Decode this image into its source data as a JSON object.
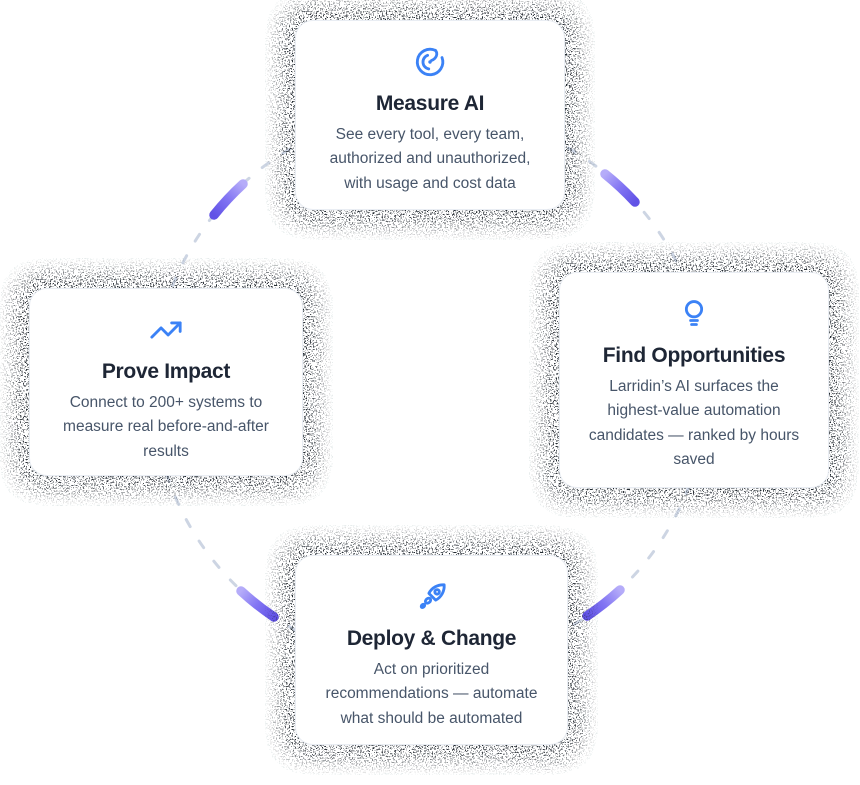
{
  "diagram_title": "AI measurement and automation cycle",
  "cards": [
    {
      "id": "measure-ai",
      "icon": "gauge-radar-icon",
      "title": "Measure AI",
      "description": "See every tool, every team, authorized and unauthorized, with usage and cost data"
    },
    {
      "id": "prove-impact",
      "icon": "trending-up-icon",
      "title": "Prove Impact",
      "description": "Connect to 200+ systems to measure real before-and-after results"
    },
    {
      "id": "find-opportunities",
      "icon": "lightbulb-icon",
      "title": "Find Opportunities",
      "description": "Larridin’s AI surfaces the highest-value automation candidates — ranked by hours saved"
    },
    {
      "id": "deploy-change",
      "icon": "rocket-icon",
      "title": "Deploy & Change",
      "description": "Act on prioritized recommendations — automate what should be automated"
    }
  ],
  "colors": {
    "icon_blue": "#3b82f6",
    "arrow_purple": "#7e70f1",
    "arrow_purple_light": "#b5acf9",
    "arrow_purple_dark": "#6152e6",
    "dashed_circle": "#cdd5e3",
    "title_text": "#1e2635",
    "body_text": "#475569",
    "card_background": "#ffffff",
    "card_border": "#e9edf3"
  }
}
